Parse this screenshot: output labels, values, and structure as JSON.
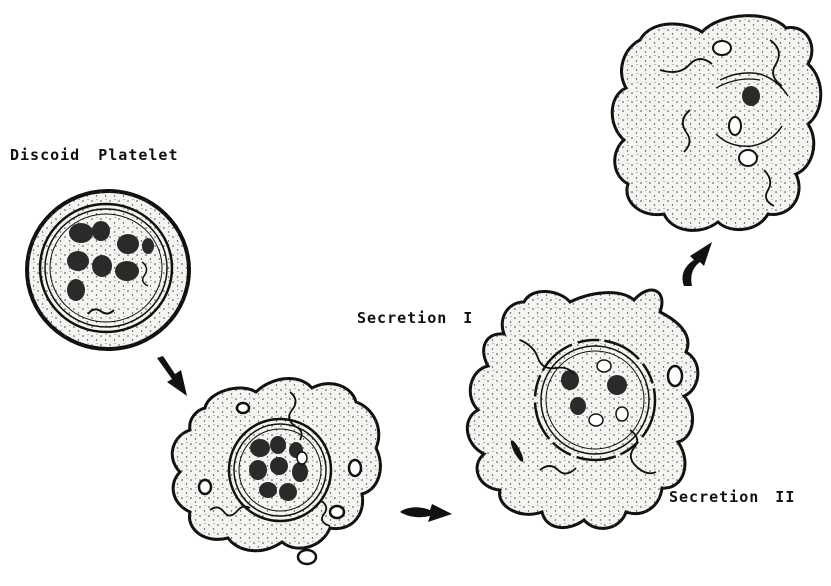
{
  "labels": {
    "discoid_platelet": "Discoid  Platelet",
    "secretion_1": "Secretion  I",
    "secretion_2": "Secretion  II"
  },
  "colors": {
    "ink": "#111111",
    "cytoplasm": "#f4f4f0",
    "granule": "#2a2a2a",
    "background": "#ffffff"
  },
  "icons": [
    "arrow-icon",
    "arrow-icon",
    "arrow-icon"
  ]
}
